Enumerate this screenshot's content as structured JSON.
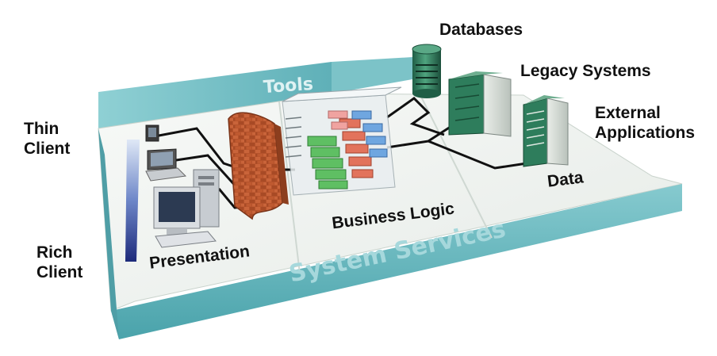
{
  "labels": {
    "tools": "Tools",
    "system_services": "System Services",
    "thin_client": "Thin Client",
    "rich_client": "Rich Client",
    "presentation": "Presentation",
    "business_logic": "Business Logic",
    "data": "Data",
    "databases": "Databases",
    "legacy_systems": "Legacy Systems",
    "external_applications": "External Applications"
  },
  "colors": {
    "platform_top": "#f3f6f3",
    "platform_teal": "#64b6bc",
    "platform_teal_dark": "#3f969e",
    "firewall_brick": "#b5532c",
    "server_green": "#2e7d5c",
    "connector_line": "#111111",
    "gradient_dark": "#1d2a7a"
  },
  "icons": {
    "firewall": "brick-wall-icon",
    "database": "database-cylinder-icon",
    "legacy": "server-rack-icon",
    "external": "server-tower-icon",
    "thin_client": "laptop-icon",
    "rich_client": "desktop-computer-icon"
  }
}
